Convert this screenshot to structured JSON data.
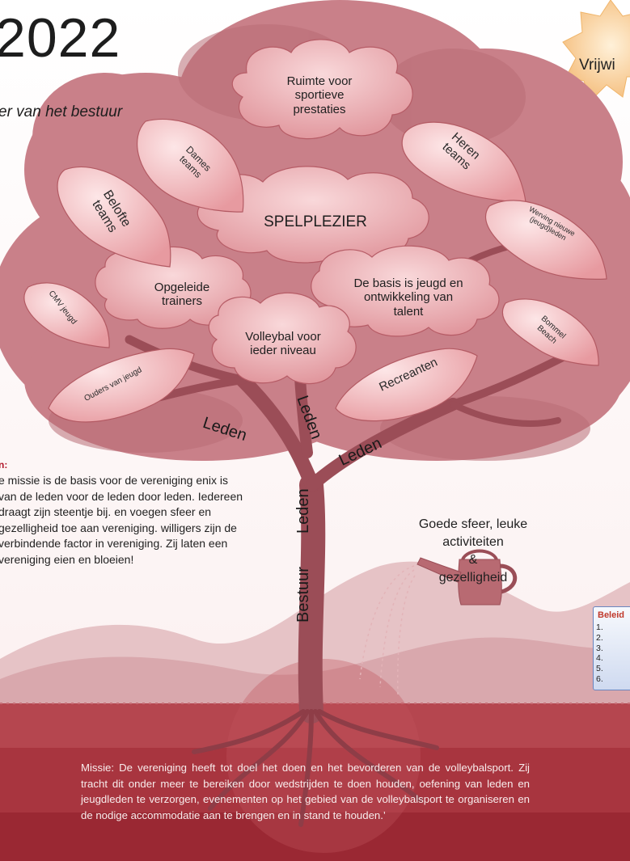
{
  "header": {
    "year": "2022",
    "subtitle": "er van het bestuur"
  },
  "sun": {
    "label": "Vrijwi"
  },
  "clouds": {
    "top": "Ruimte voor sportieve prestaties",
    "center": "SPELPLEZIER",
    "trainers": "Opgeleide trainers",
    "jeugd": "De basis is jeugd en ontwikkeling van talent",
    "niveau": "Volleybal voor ieder niveau"
  },
  "leaves": {
    "dames": "Dames teams",
    "heren": "Heren teams",
    "belofte": "Belofte teams",
    "werving": "Werving nieuwe (jeugd)leden",
    "cmv": "CMV jeugd",
    "bommel": "Bommel Beach",
    "ouders": "Ouders van jeugd",
    "recreanten": "Recreanten"
  },
  "branches": {
    "leden_left": "Leden",
    "leden_mid": "Leden",
    "leden_right": "Leden",
    "leden_trunk": "Leden",
    "bestuur": "Bestuur"
  },
  "legend": {
    "title": "n:",
    "body": "e missie is de basis voor de vereniging enix is van de leden voor de leden door leden. Iedereen draagt zijn steentje bij. en voegen sfeer en gezelligheid toe aan vereniging. willigers zijn de verbindende factor in vereniging. Zij laten een vereniging eien en bloeien!"
  },
  "watering_can": {
    "line1": "Goede sfeer, leuke",
    "line2": "activiteiten",
    "line3": "&",
    "line4": "gezelligheid"
  },
  "mission": "Missie: De vereniging heeft tot doel het doen en het bevorderen van de volleybalsport. Zij tracht dit onder meer te bereiken door wedstrijden te doen houden, oefening van leden en jeugdleden te verzorgen, evenementen op het gebied van de volleybalsport te organiseren en de nodige accommodatie aan te brengen en in stand te houden.’",
  "beleid": {
    "title": "Beleid",
    "items": [
      "1.",
      "2.",
      "3.",
      "4.",
      "5.",
      "6."
    ]
  },
  "colors": {
    "tree": "#c98089",
    "tree_dark": "#a25a63",
    "ground": "#a8353f",
    "ground_dark": "#8e2530",
    "leaf_fill": "#f3c3c6",
    "sun": "#f7c98a"
  }
}
